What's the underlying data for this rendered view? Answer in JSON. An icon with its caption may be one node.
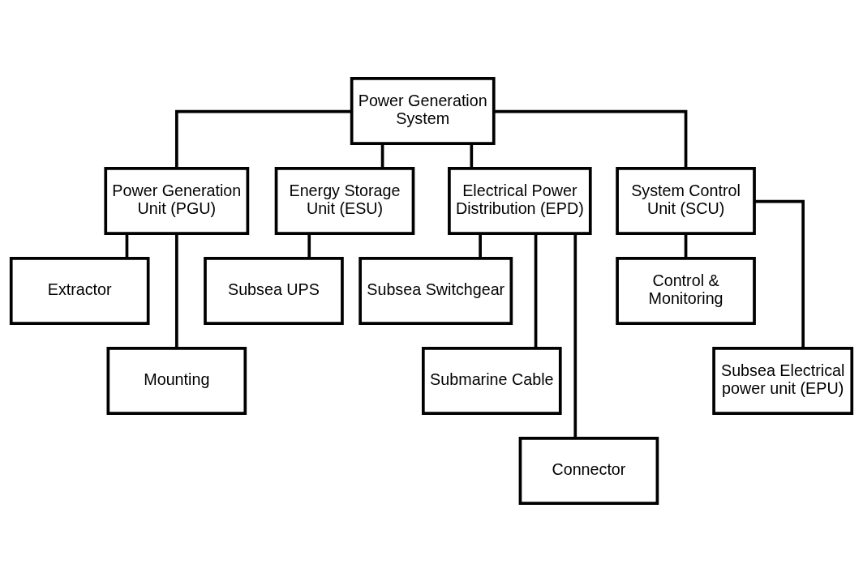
{
  "diagram": {
    "nodes": [
      {
        "text": [
          "Power Generation System"
        ]
      },
      {
        "text": [
          "Power Generation Unit (PGU)"
        ]
      },
      {
        "text": [
          "Energy Storage Unit (ESU)"
        ]
      },
      {
        "text": [
          "Electrical Power Distribution (EPD)"
        ]
      },
      {
        "text": [
          "System Control Unit (SCU)"
        ]
      },
      {
        "text": [
          "Extractor"
        ]
      },
      {
        "text": [
          "Mounting"
        ]
      },
      {
        "text": [
          "Subsea UPS"
        ]
      },
      {
        "text": [
          "Subsea Switchgear"
        ]
      },
      {
        "text": [
          "Submarine Cable"
        ]
      },
      {
        "text": [
          "Connector"
        ]
      },
      {
        "text": [
          "Control & Monitoring"
        ]
      },
      {
        "text": [
          "Subsea Electrical power unit (EPU)"
        ]
      }
    ],
    "edges": [
      {
        "from": 0,
        "to": 1,
        "arrow": "none"
      },
      {
        "from": 0,
        "to": 2,
        "arrow": "none"
      },
      {
        "from": 0,
        "to": 3,
        "arrow": "none"
      },
      {
        "from": 0,
        "to": 4,
        "arrow": "none"
      },
      {
        "from": 1,
        "to": 5,
        "arrow": "none"
      },
      {
        "from": 1,
        "to": 6,
        "arrow": "none"
      },
      {
        "from": 2,
        "to": 7,
        "arrow": "none"
      },
      {
        "from": 3,
        "to": 8,
        "arrow": "none"
      },
      {
        "from": 3,
        "to": 9,
        "arrow": "none"
      },
      {
        "from": 3,
        "to": 10,
        "arrow": "none"
      },
      {
        "from": 4,
        "to": 11,
        "arrow": "none"
      },
      {
        "from": 4,
        "to": 12,
        "arrow": "none"
      }
    ]
  }
}
